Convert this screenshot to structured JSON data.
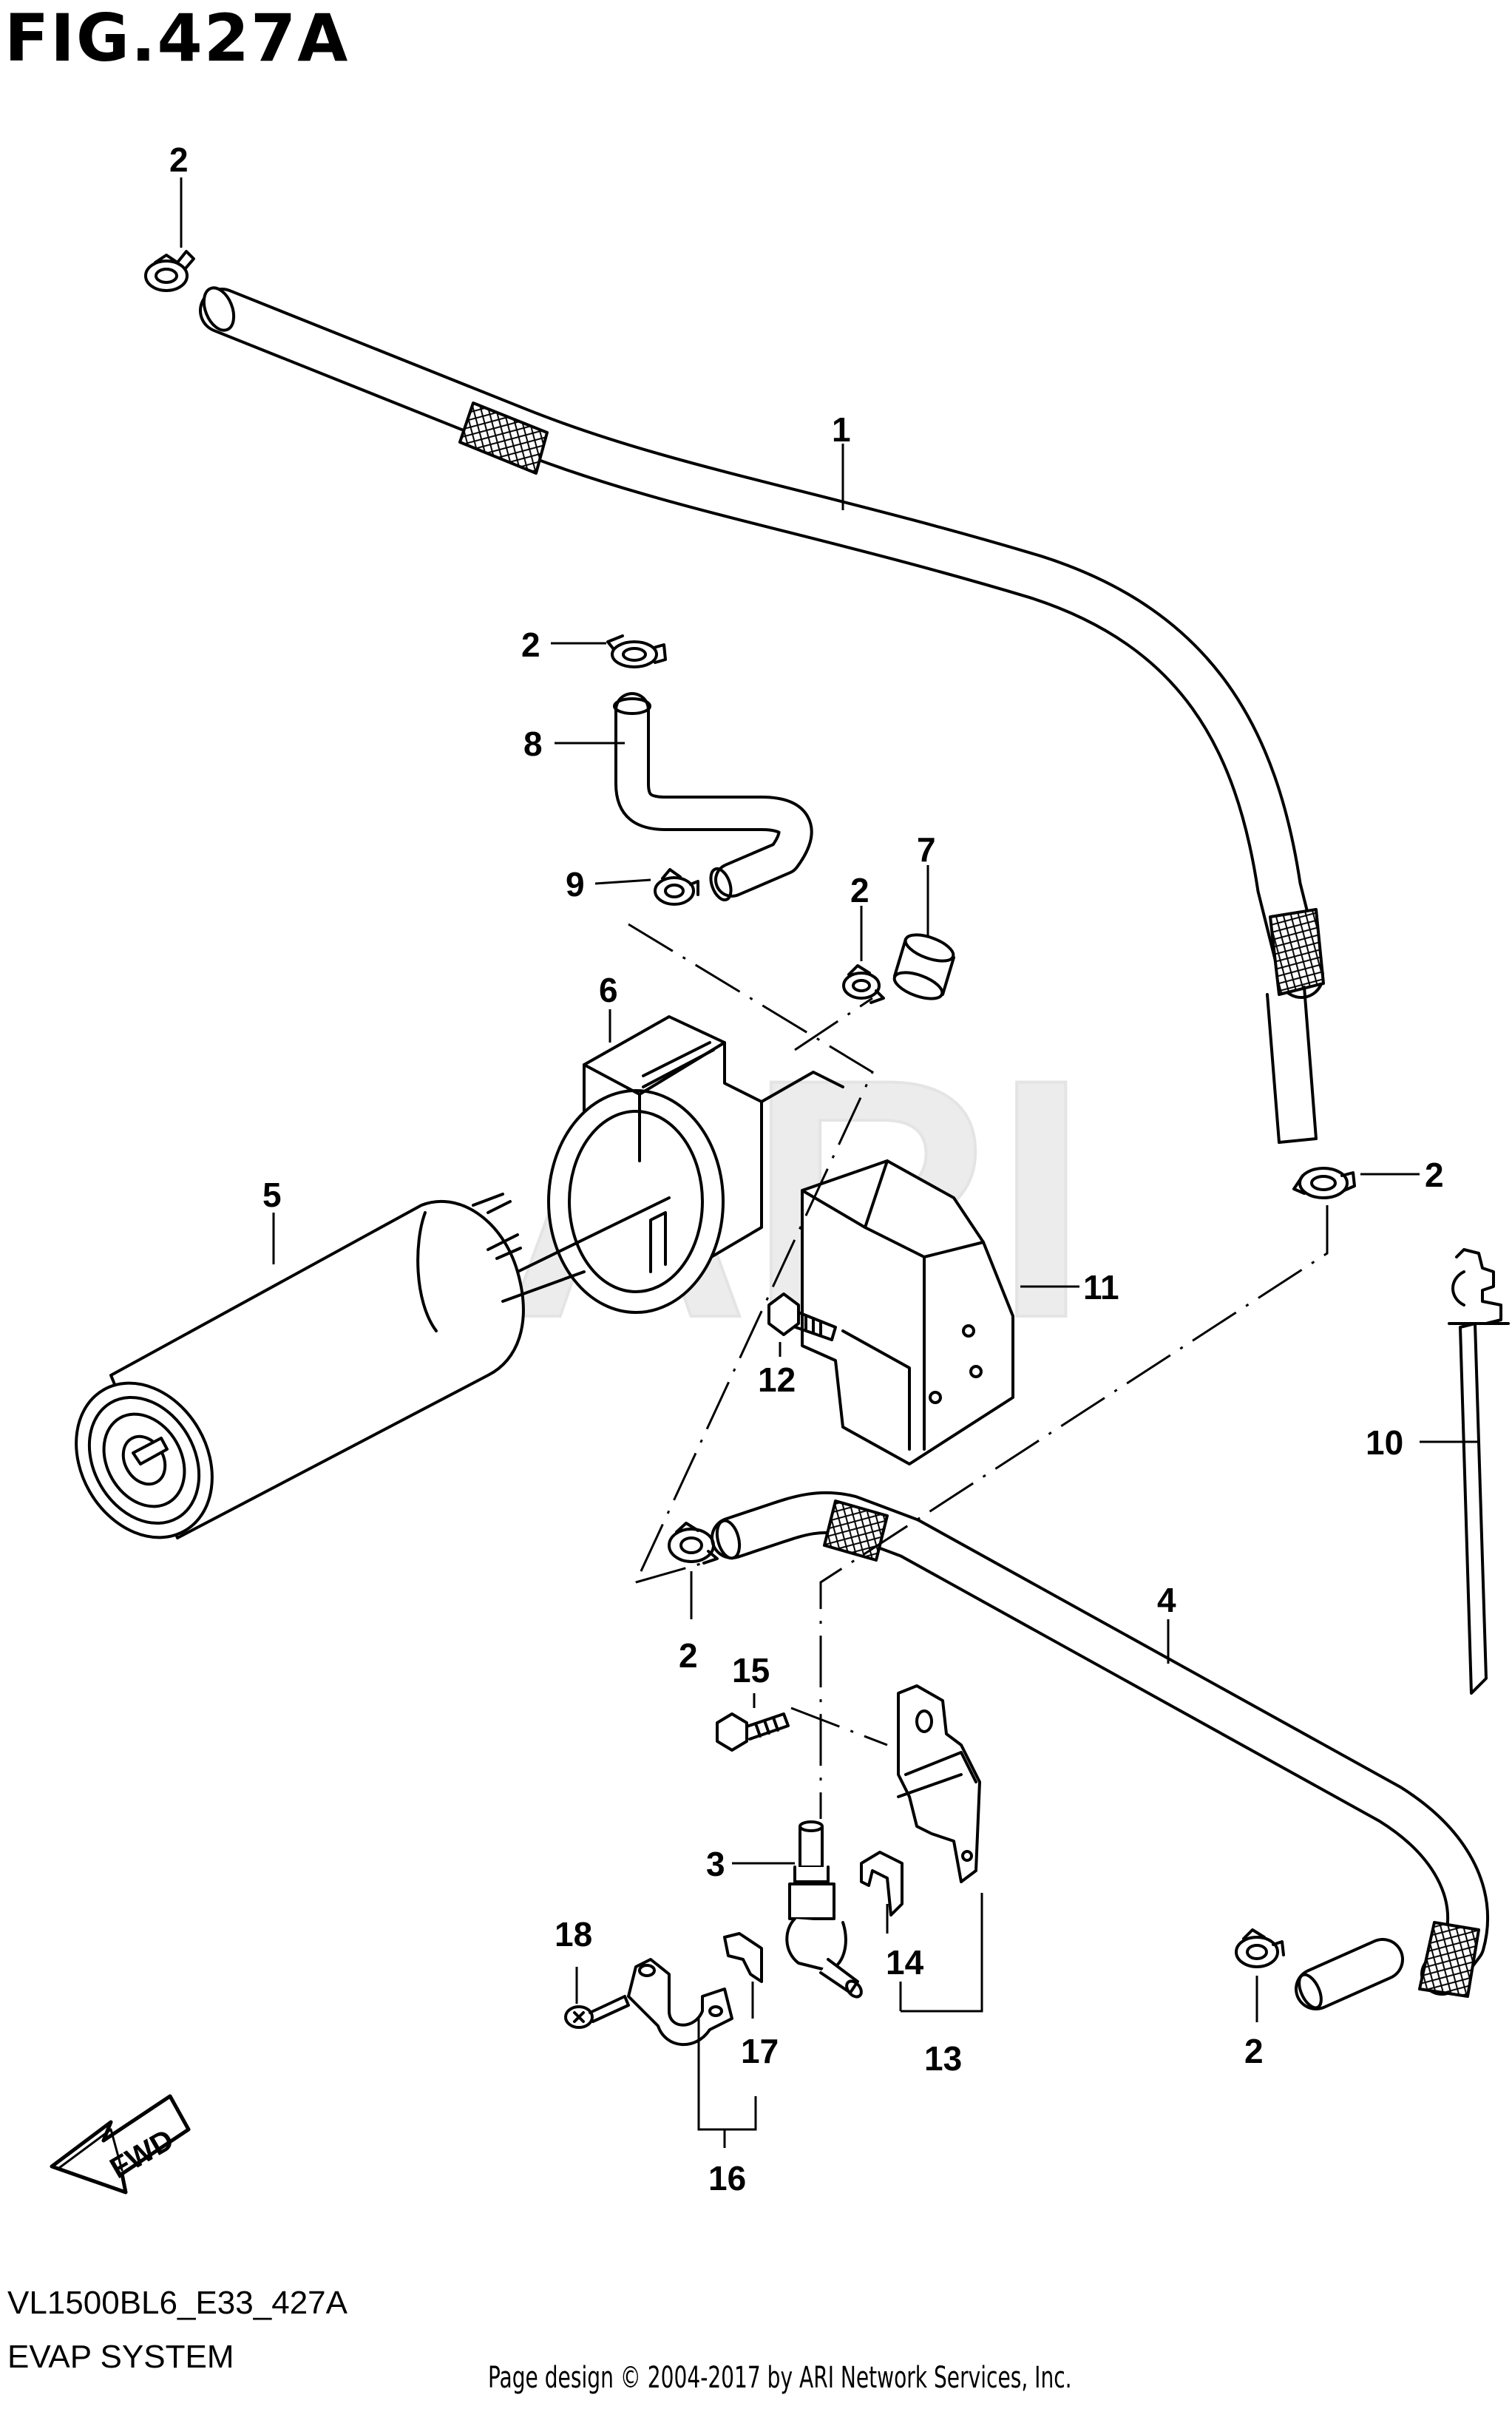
{
  "header": {
    "figure_title": "FIG.427A"
  },
  "footer": {
    "model_code": "VL1500BL6_E33_427A",
    "system_name": "EVAP SYSTEM",
    "copyright": "Page design © 2004-2017 by ARI Network Services, Inc."
  },
  "watermark": "ARI",
  "fwd_label": "FWD",
  "callouts": {
    "c1": "1",
    "c2a": "2",
    "c2b": "2",
    "c2c": "2",
    "c2d": "2",
    "c2e": "2",
    "c2f": "2",
    "c3": "3",
    "c4": "4",
    "c5": "5",
    "c6": "6",
    "c7": "7",
    "c8": "8",
    "c9": "9",
    "c10": "10",
    "c11": "11",
    "c12": "12",
    "c13": "13",
    "c14": "14",
    "c15": "15",
    "c16": "16",
    "c17": "17",
    "c18": "18"
  }
}
